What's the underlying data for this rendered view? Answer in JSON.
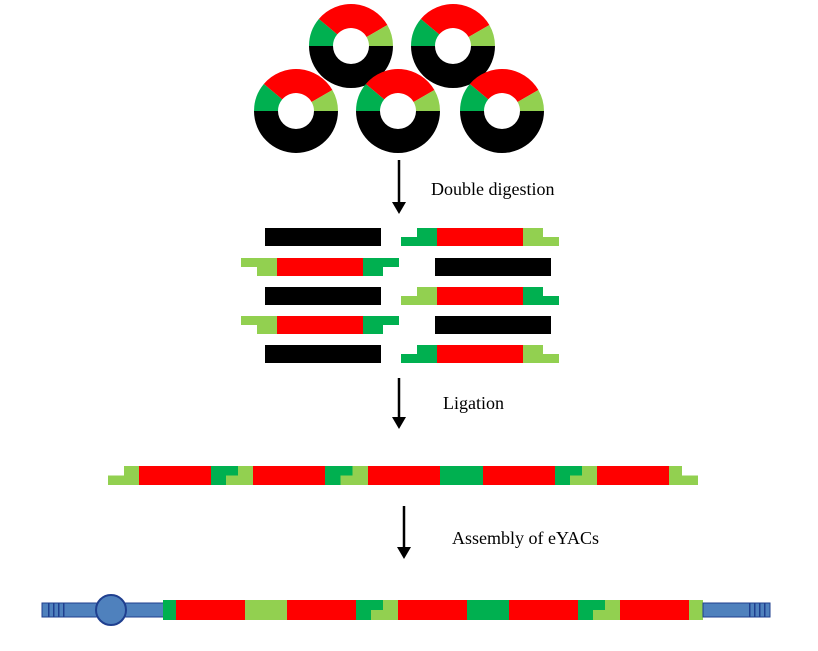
{
  "steps": [
    {
      "label": "Double digestion"
    },
    {
      "label": "Ligation"
    },
    {
      "label": "Assembly of eYACs"
    }
  ],
  "colors": {
    "insert": "#ff0000",
    "vector_backbone": "#000000",
    "end_light": "#92d050",
    "end_dark": "#00b050",
    "yac_arm": "#4f81bd",
    "yac_arm_border": "#1f3f8f",
    "arrow": "#000000"
  }
}
